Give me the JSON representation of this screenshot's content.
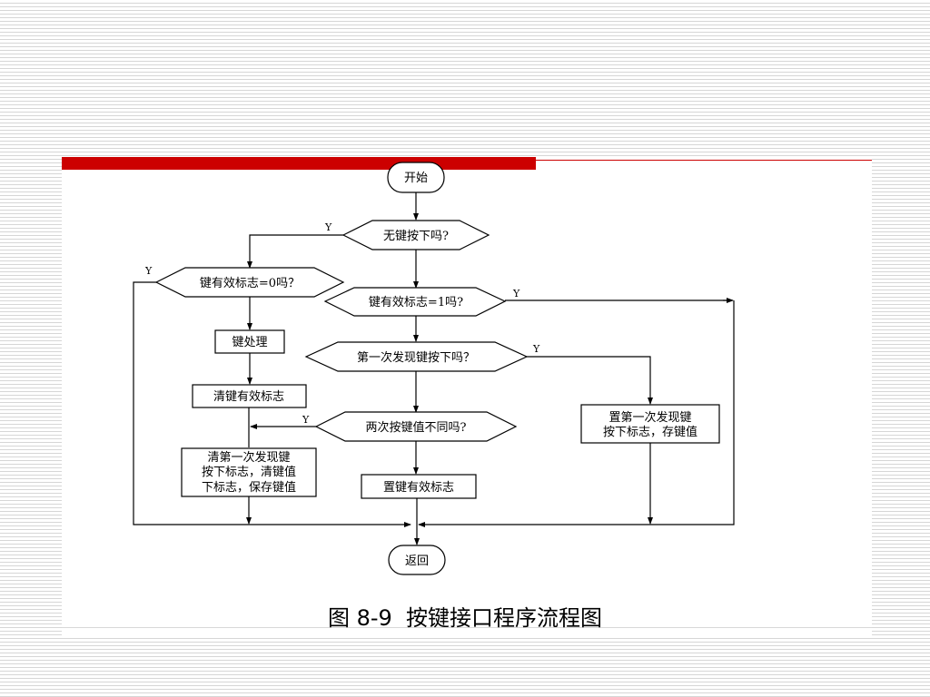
{
  "slide": {
    "accent_color": "#cc0000"
  },
  "flowchart": {
    "start": "开始",
    "d_no_key": "无键按下吗?",
    "d_flag0": "键有效标志=0吗？",
    "d_flag1": "键有效标志=1吗?",
    "p_key_handle": "键处理",
    "d_first_found": "第一次发现键按下吗？",
    "p_clear_flag": "清键有效标志",
    "d_two_diff": "两次按键值不同吗?",
    "p_set_first": [
      "置第一次发现键",
      "按下标志，存键值"
    ],
    "p_clear_first": [
      "清第一次发现键",
      "按下标志，清键值",
      "下标志，保存键值"
    ],
    "p_set_valid": "置键有效标志",
    "return": "返回",
    "yes_label": "Y"
  },
  "caption": "图 8-9  按键接口程序流程图"
}
